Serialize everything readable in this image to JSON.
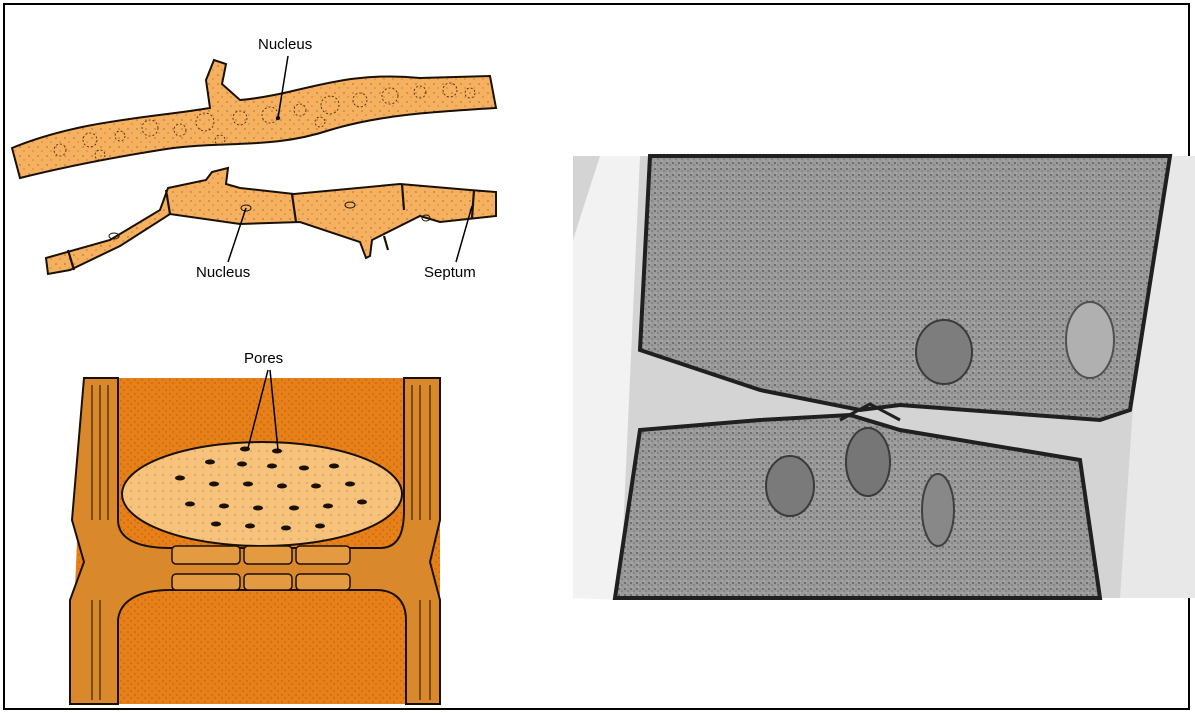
{
  "labels": {
    "nucleus_top": "Nucleus",
    "nucleus_bottom": "Nucleus",
    "septum": "Septum",
    "pores": "Pores"
  },
  "colors": {
    "hypha_fill": "#f5b060",
    "cross_section_orange": "#e8801a",
    "pore_plate": "#f7c27c",
    "outline": "#1a1000"
  }
}
